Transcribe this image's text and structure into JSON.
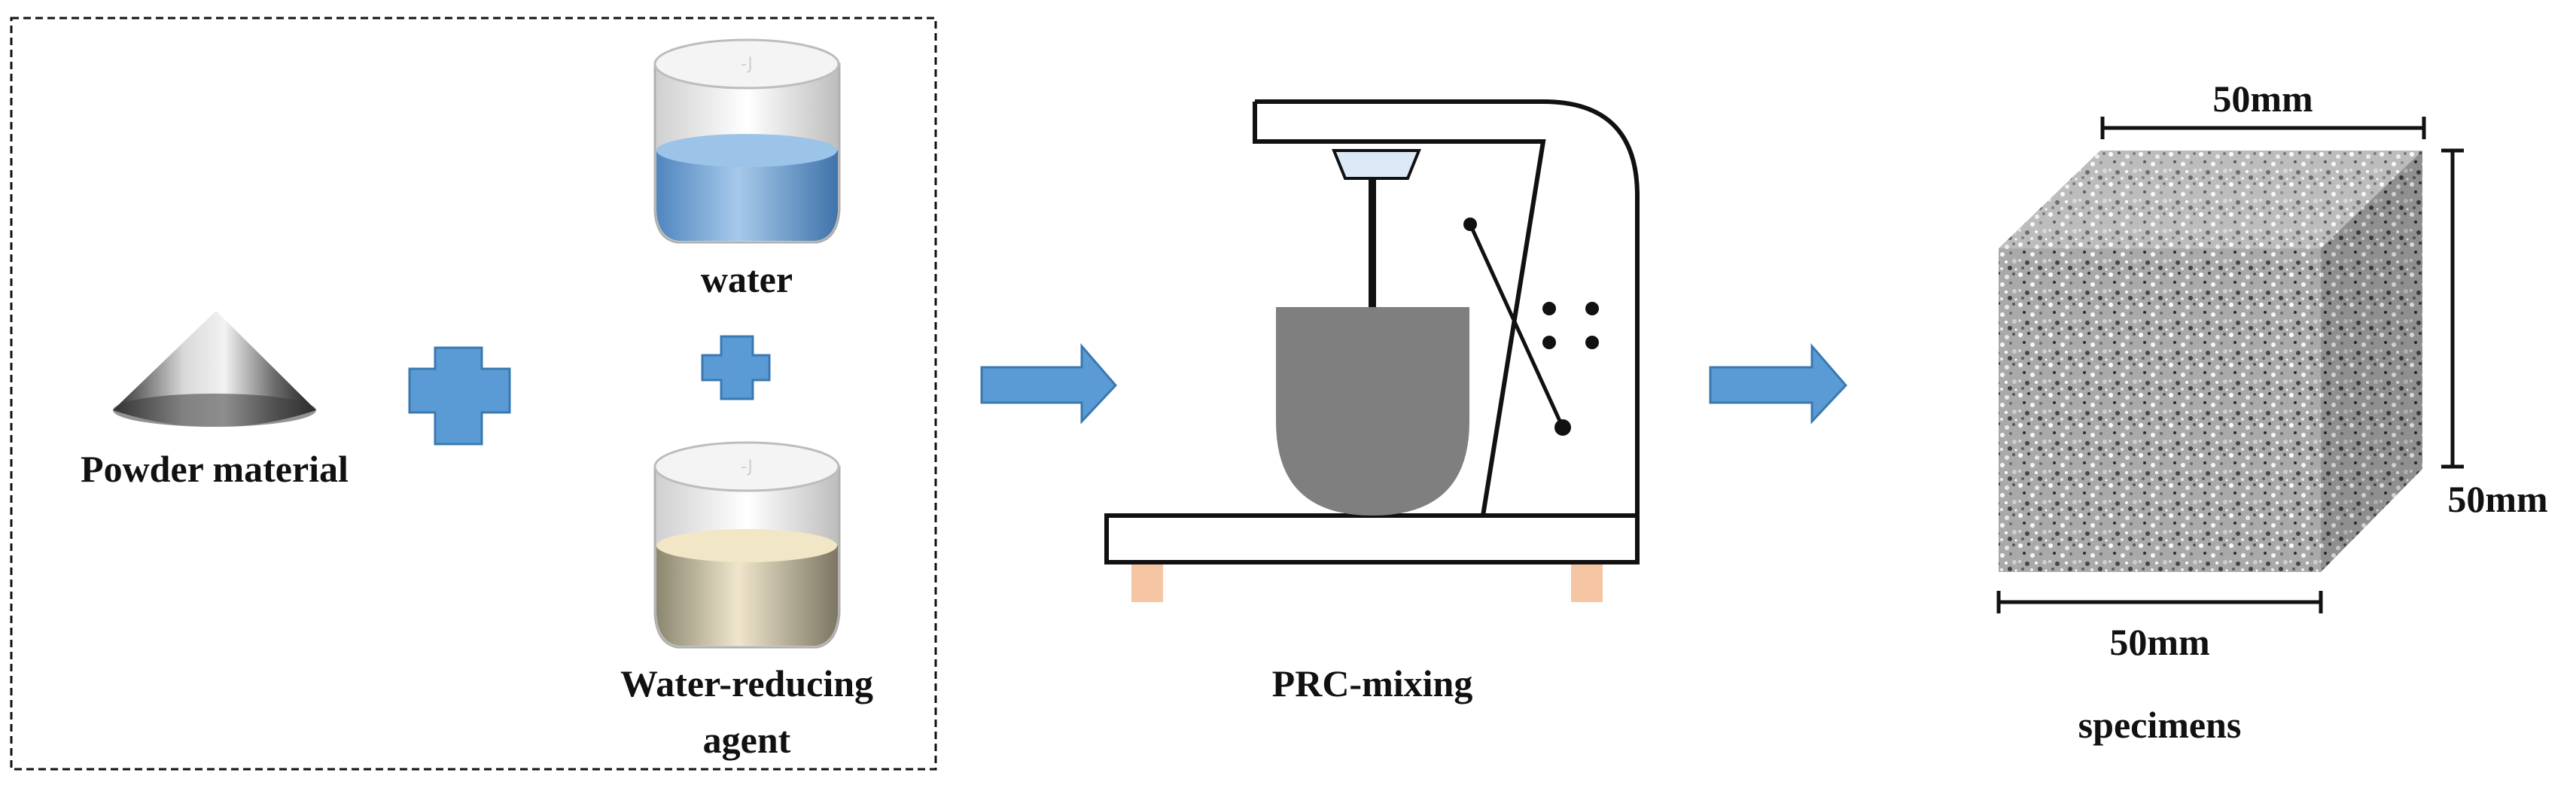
{
  "labels": {
    "powder": "Powder material",
    "water": "water",
    "reducer_line1": "Water-reducing",
    "reducer_line2": "agent",
    "mixing": "PRC-mixing",
    "dim_top": "50mm",
    "dim_right": "50mm",
    "dim_bottom": "50mm",
    "specimens": "specimens"
  },
  "colors": {
    "arrow": "#5b9bd5",
    "arrow_border": "#3a78b0",
    "water": "#7fb0dc",
    "reducer": "#e6dbbf",
    "mixer_bowl": "#7f7f7f",
    "mixer_feet": "#f6c6a4",
    "outline": "#111111"
  },
  "icons": {
    "plus_large": "plus-icon",
    "plus_small": "plus-icon",
    "arrow_1": "arrow-right-icon",
    "arrow_2": "arrow-right-icon"
  }
}
